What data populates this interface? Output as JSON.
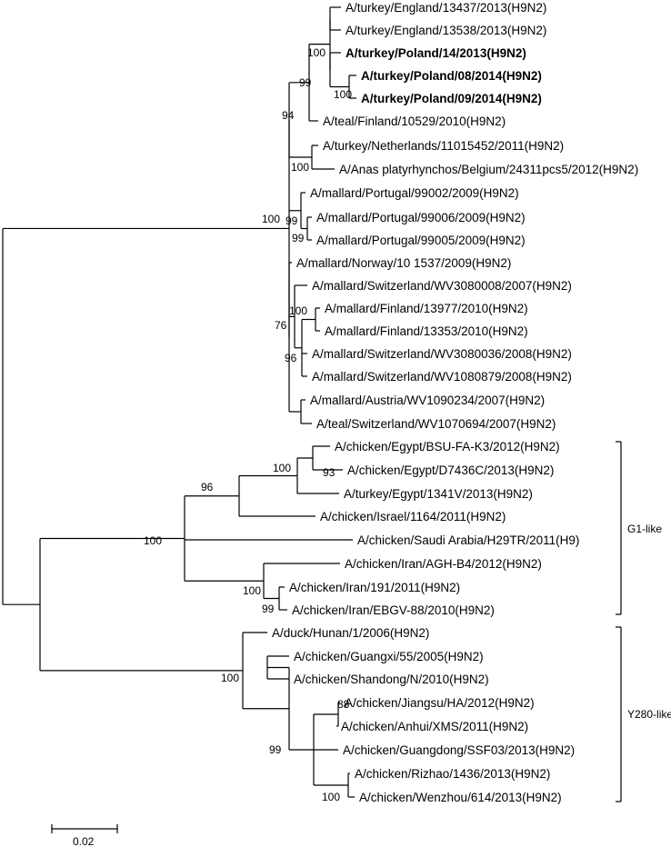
{
  "leaves": [
    {
      "label": "A/turkey/England/13437/2013(H9N2)",
      "bold": false
    },
    {
      "label": "A/turkey/England/13538/2013(H9N2)",
      "bold": false
    },
    {
      "label": "A/turkey/Poland/14/2013(H9N2)",
      "bold": true
    },
    {
      "label": "A/turkey/Poland/08/2014(H9N2)",
      "bold": true
    },
    {
      "label": "A/turkey/Poland/09/2014(H9N2)",
      "bold": true
    },
    {
      "label": "A/teal/Finland/10529/2010(H9N2)",
      "bold": false
    },
    {
      "label": "A/turkey/Netherlands/11015452/2011(H9N2)",
      "bold": false
    },
    {
      "label": "A/Anas platyrhynchos/Belgium/24311pcs5/2012(H9N2)",
      "bold": false
    },
    {
      "label": "A/mallard/Portugal/99002/2009(H9N2)",
      "bold": false
    },
    {
      "label": "A/mallard/Portugal/99006/2009(H9N2)",
      "bold": false
    },
    {
      "label": "A/mallard/Portugal/99005/2009(H9N2)",
      "bold": false
    },
    {
      "label": "A/mallard/Norway/10 1537/2009(H9N2)",
      "bold": false
    },
    {
      "label": "A/mallard/Switzerland/WV3080008/2007(H9N2)",
      "bold": false
    },
    {
      "label": "A/mallard/Finland/13977/2010(H9N2)",
      "bold": false
    },
    {
      "label": "A/mallard/Finland/13353/2010(H9N2)",
      "bold": false
    },
    {
      "label": "A/mallard/Switzerland/WV3080036/2008(H9N2)",
      "bold": false
    },
    {
      "label": "A/mallard/Switzerland/WV1080879/2008(H9N2)",
      "bold": false
    },
    {
      "label": "A/mallard/Austria/WV1090234/2007(H9N2)",
      "bold": false
    },
    {
      "label": "A/teal/Switzerland/WV1070694/2007(H9N2)",
      "bold": false
    },
    {
      "label": "A/chicken/Egypt/BSU-FA-K3/2012(H9N2)",
      "bold": false
    },
    {
      "label": "A/chicken/Egypt/D7436C/2013(H9N2)",
      "bold": false
    },
    {
      "label": "A/turkey/Egypt/1341V/2013(H9N2)",
      "bold": false
    },
    {
      "label": "A/chicken/Israel/1164/2011(H9N2)",
      "bold": false
    },
    {
      "label": "A/chicken/Saudi Arabia/H29TR/2011(H9)",
      "bold": false
    },
    {
      "label": "A/chicken/Iran/AGH-B4/2012(H9N2)",
      "bold": false
    },
    {
      "label": "A/chicken/Iran/191/2011(H9N2)",
      "bold": false
    },
    {
      "label": "A/chicken/Iran/EBGV-88/2010(H9N2)",
      "bold": false
    },
    {
      "label": "A/duck/Hunan/1/2006(H9N2)",
      "bold": false
    },
    {
      "label": "A/chicken/Guangxi/55/2005(H9N2)",
      "bold": false
    },
    {
      "label": "A/chicken/Shandong/N/2010(H9N2)",
      "bold": false
    },
    {
      "label": "A/chicken/Jiangsu/HA/2012(H9N2)",
      "bold": false
    },
    {
      "label": "A/chicken/Anhui/XMS/2011(H9N2)",
      "bold": false
    },
    {
      "label": "A/chicken/Guangdong/SSF03/2013(H9N2)",
      "bold": false
    },
    {
      "label": "A/chicken/Rizhao/1436/2013(H9N2)",
      "bold": false
    },
    {
      "label": "A/chicken/Wenzhou/614/2013(H9N2)",
      "bold": false
    }
  ],
  "bootstrap_values": [
    "100",
    "100",
    "99",
    "94",
    "100",
    "100",
    "99",
    "99",
    "100",
    "76",
    "96",
    "93",
    "100",
    "96",
    "100",
    "100",
    "99",
    "100",
    "88",
    "99",
    "100"
  ],
  "clades": [
    {
      "label": "G1-like"
    },
    {
      "label": "Y280-like"
    }
  ],
  "scale_bar": {
    "label": "0.02"
  }
}
